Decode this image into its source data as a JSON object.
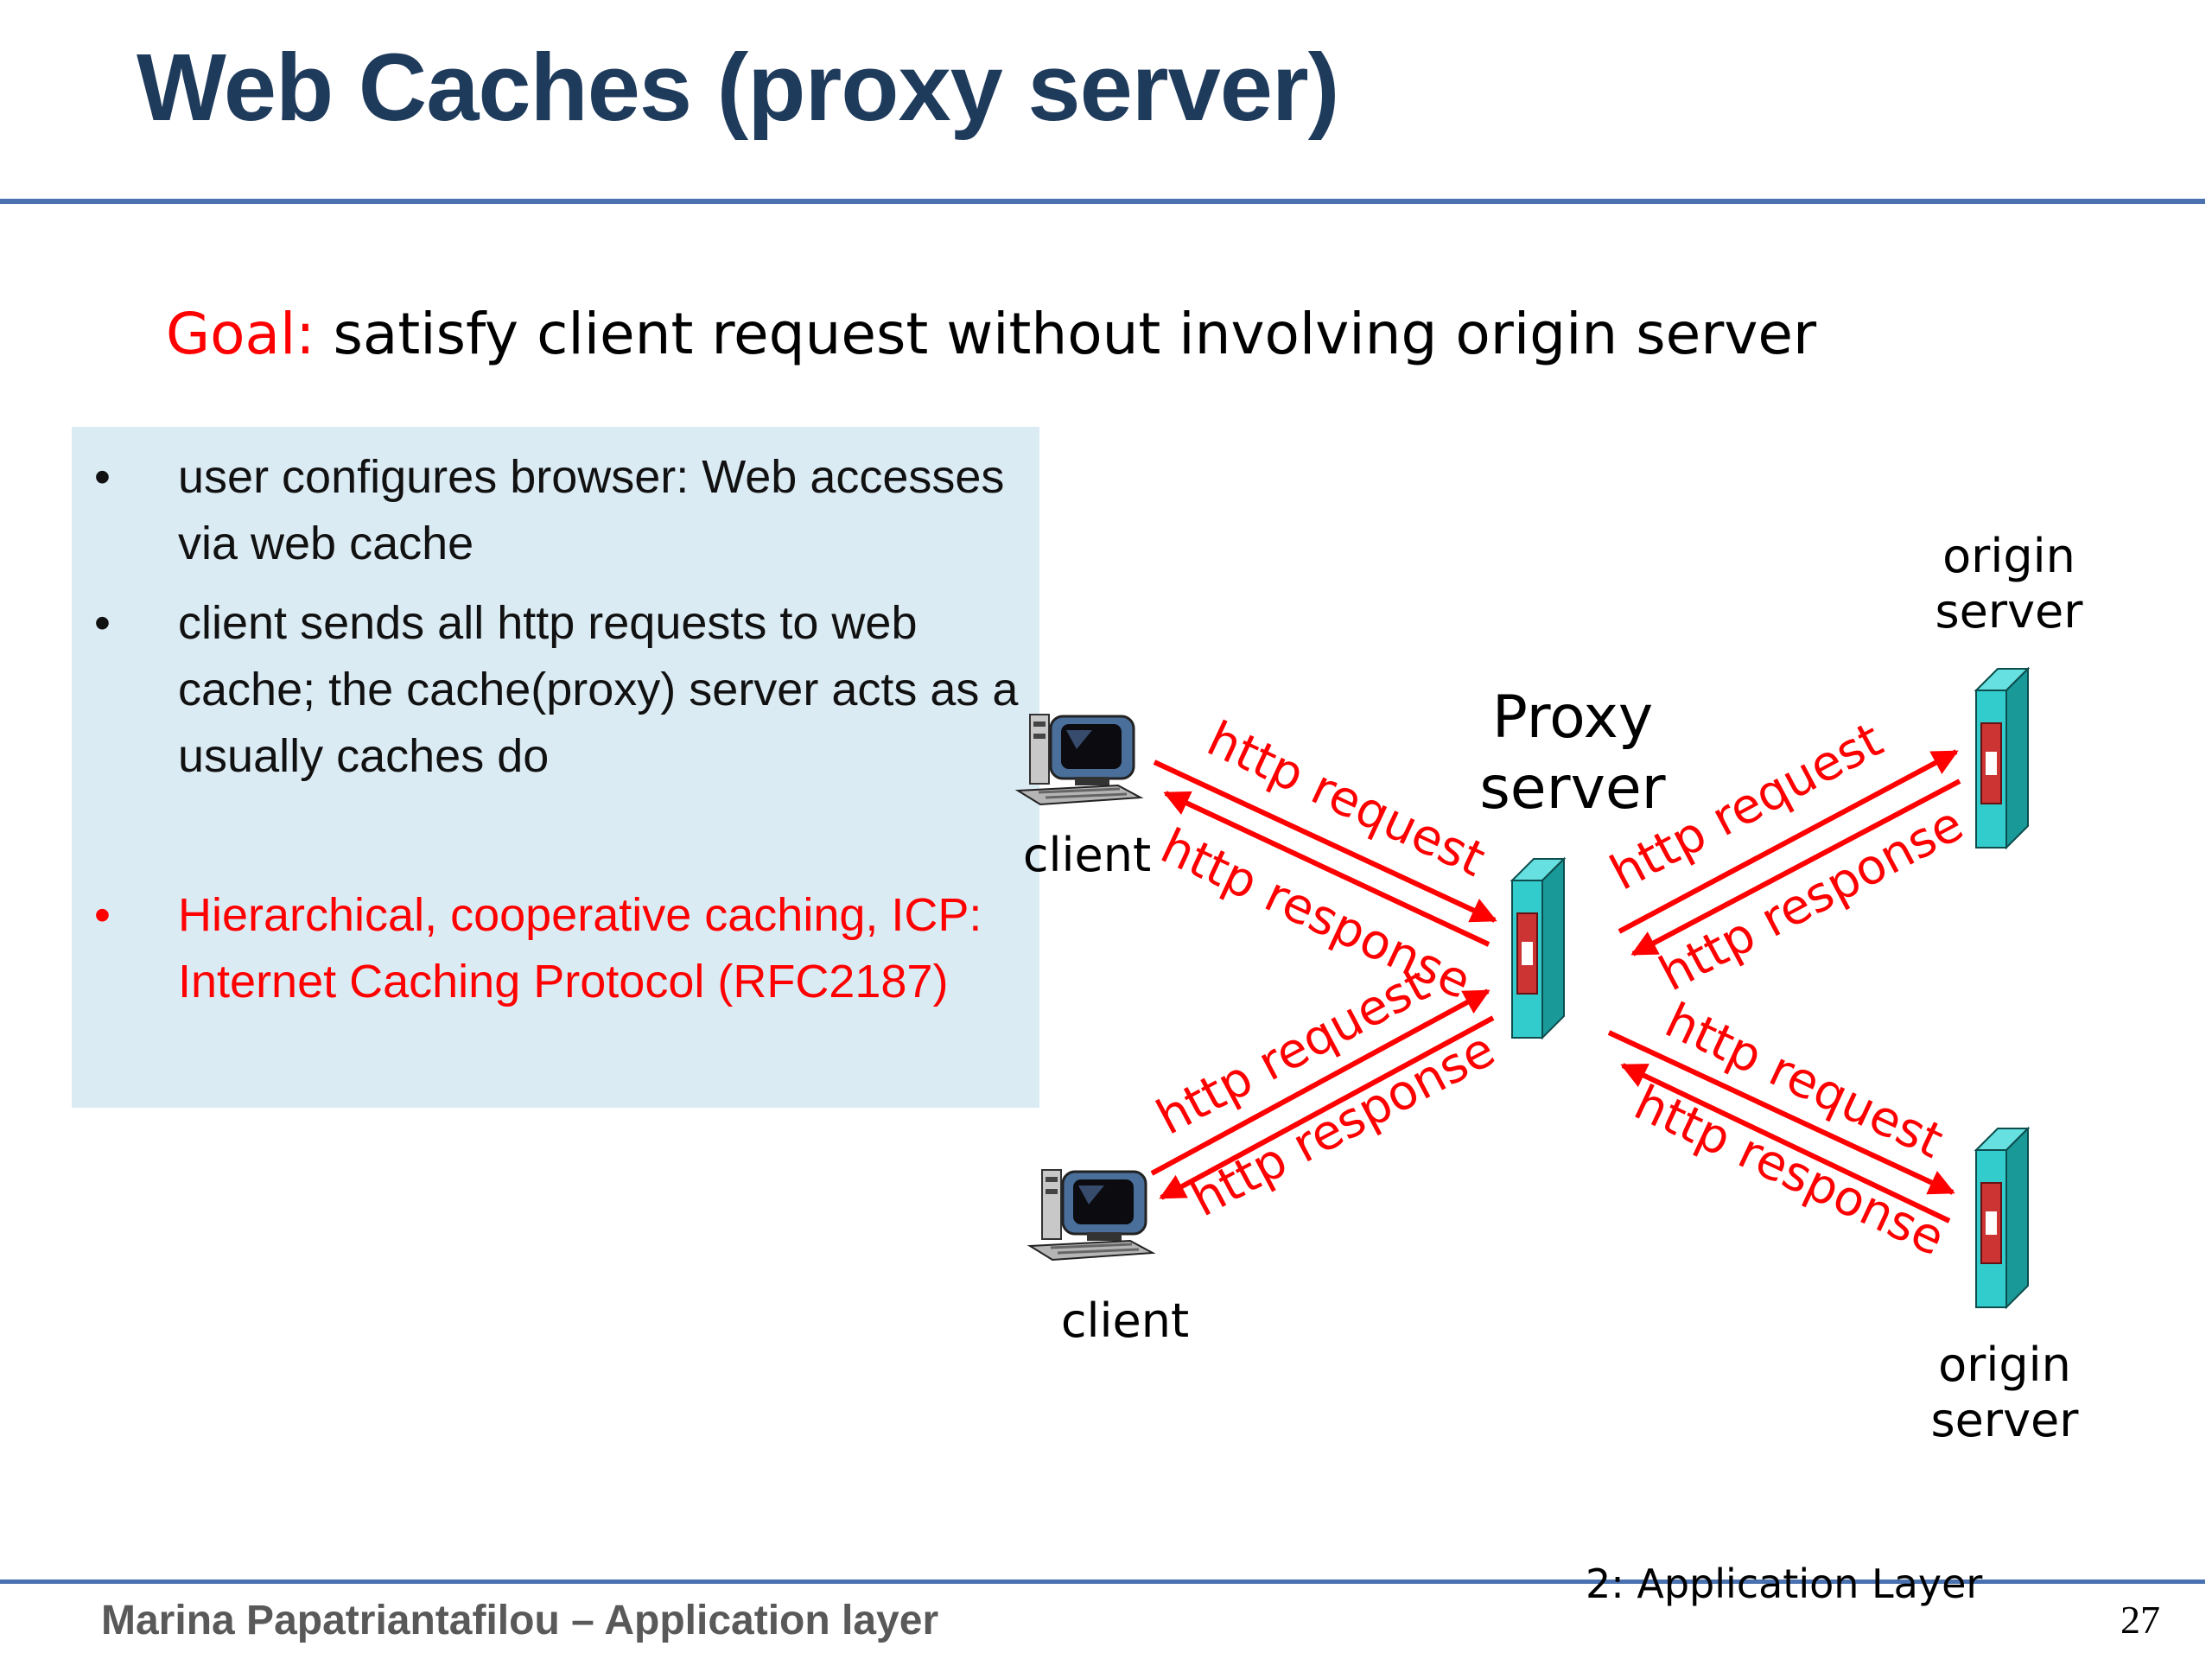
{
  "slide": {
    "title": "Web Caches (proxy server)",
    "goal_label": "Goal:",
    "goal_text": " satisfy client request without involving origin server",
    "bullets": [
      {
        "marker": "•",
        "text": "user configures browser: Web accesses via web cache",
        "color": "#111111"
      },
      {
        "marker": "•",
        "text": "client sends all http requests to  web cache; the cache(proxy) server acts as a usually caches do",
        "color": "#111111"
      },
      {
        "marker": "•",
        "text": "Hierarchical, cooperative caching, ICP: Internet Caching Protocol (RFC2187)",
        "color": "#ff0000"
      }
    ],
    "footer": {
      "author": "Marina Papatriantafilou –  Application layer",
      "chapter": "2: Application Layer",
      "page": "27"
    }
  },
  "diagram": {
    "proxy_label": [
      "Proxy",
      "server"
    ],
    "client_label": "client",
    "origin_label": [
      "origin",
      "server"
    ],
    "request_label": "http request",
    "response_label": "http response",
    "icons": {
      "computer": "desktop-computer-icon",
      "server": "server-tower-icon"
    },
    "colors": {
      "arrow": "#ff0000",
      "server_front": "#33cccc",
      "server_side": "#1a9999",
      "server_top": "#66e0e0",
      "server_panel": "#cc3333",
      "rule": "#4a72b0",
      "title": "#1f3b5c",
      "panel": "#dbebf4"
    }
  }
}
